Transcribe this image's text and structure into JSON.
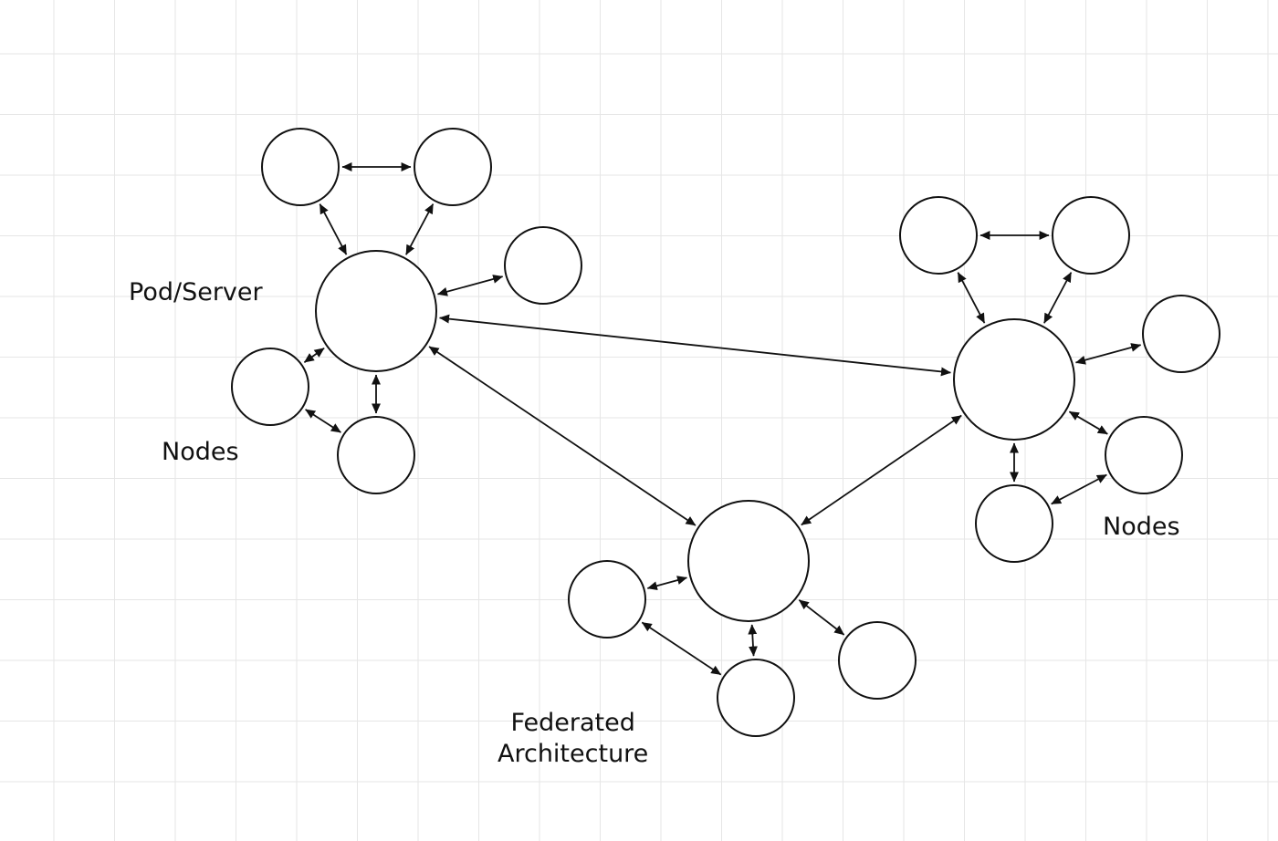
{
  "labels": {
    "pod_server": "Pod/Server",
    "nodes_left": "Nodes",
    "nodes_right": "Nodes",
    "federated_line1": "Federated",
    "federated_line2": "Architecture"
  },
  "colors": {
    "stroke": "#111111",
    "node_fill": "#ffffff",
    "grid": "#e6e6e6"
  },
  "clusters": [
    {
      "id": "pod-a",
      "hub": "pod-a-server",
      "nodes": [
        "pod-a-node-1",
        "pod-a-node-2",
        "pod-a-node-3",
        "pod-a-node-4",
        "pod-a-node-5"
      ],
      "links": [
        [
          "pod-a-node-1",
          "pod-a-node-2"
        ],
        [
          "pod-a-node-1",
          "pod-a-server"
        ],
        [
          "pod-a-node-2",
          "pod-a-server"
        ],
        [
          "pod-a-node-3",
          "pod-a-server"
        ],
        [
          "pod-a-node-4",
          "pod-a-server"
        ],
        [
          "pod-a-node-5",
          "pod-a-server"
        ],
        [
          "pod-a-node-4",
          "pod-a-node-5"
        ]
      ]
    },
    {
      "id": "pod-b",
      "hub": "pod-b-server",
      "nodes": [
        "pod-b-node-1",
        "pod-b-node-2",
        "pod-b-node-3",
        "pod-b-node-4",
        "pod-b-node-5"
      ],
      "links": [
        [
          "pod-b-node-1",
          "pod-b-node-2"
        ],
        [
          "pod-b-node-1",
          "pod-b-server"
        ],
        [
          "pod-b-node-2",
          "pod-b-server"
        ],
        [
          "pod-b-node-3",
          "pod-b-server"
        ],
        [
          "pod-b-node-4",
          "pod-b-server"
        ],
        [
          "pod-b-node-5",
          "pod-b-server"
        ],
        [
          "pod-b-node-4",
          "pod-b-node-5"
        ]
      ]
    },
    {
      "id": "pod-c",
      "hub": "pod-c-server",
      "nodes": [
        "pod-c-node-1",
        "pod-c-node-2",
        "pod-c-node-3"
      ],
      "links": [
        [
          "pod-c-node-1",
          "pod-c-server"
        ],
        [
          "pod-c-node-2",
          "pod-c-server"
        ],
        [
          "pod-c-node-3",
          "pod-c-server"
        ],
        [
          "pod-c-node-1",
          "pod-c-node-2"
        ]
      ]
    }
  ],
  "federation_links": [
    [
      "pod-a-server",
      "pod-b-server"
    ],
    [
      "pod-a-server",
      "pod-c-server"
    ],
    [
      "pod-b-server",
      "pod-c-server"
    ]
  ]
}
